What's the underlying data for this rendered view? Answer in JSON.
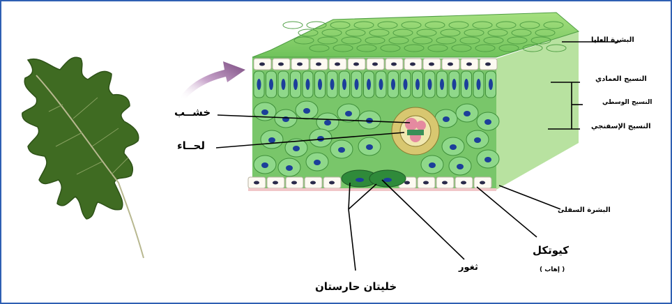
{
  "labels": {
    "upper_epidermis": "البشرة العليا",
    "palisade": "النسيج العمادي",
    "mesophyll": "النسيج الوسطي",
    "spongy": "النسيج الإسفنجي",
    "xylem": "خشــب",
    "phloem": "لحــاء",
    "lower_epidermis": "البشرة السفلى",
    "cuticle": "كيوتكل",
    "cuticle_sub": "( إهاب )",
    "stomata": "ثغور",
    "guard_cells": "خليتان حارستان"
  },
  "colors": {
    "frame": "#2f5fb3",
    "leaf": "#3f6b22",
    "cell_fill": "#8fd88a",
    "nucleus": "#1c3f9a",
    "epidermis": "#fdfaf2",
    "cuticle_pink": "#f1c6c8",
    "arrow": "#8a5a8e"
  }
}
